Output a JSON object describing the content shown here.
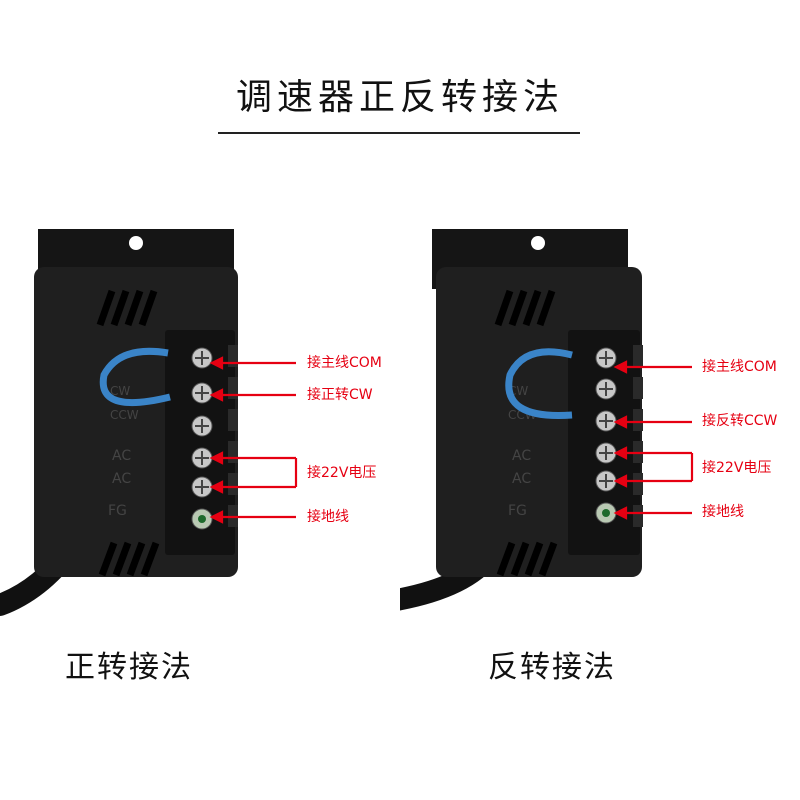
{
  "title": "调速器正反转接法",
  "colors": {
    "label": "#e60012",
    "wire": "#3a84c8",
    "body": "#1c1c1c"
  },
  "icons": [
    "screw-terminal-icon",
    "arrow-left-icon",
    "vent-slot-icon"
  ],
  "left": {
    "caption": "正转接法",
    "labels": {
      "com": "接主线COM",
      "cw": "接正转CW",
      "v22": "接22V电压",
      "ground": "接地线"
    }
  },
  "right": {
    "caption": "反转接法",
    "labels": {
      "com": "接主线COM",
      "ccw": "接反转CCW",
      "v22": "接22V电压",
      "ground": "接地线"
    }
  }
}
